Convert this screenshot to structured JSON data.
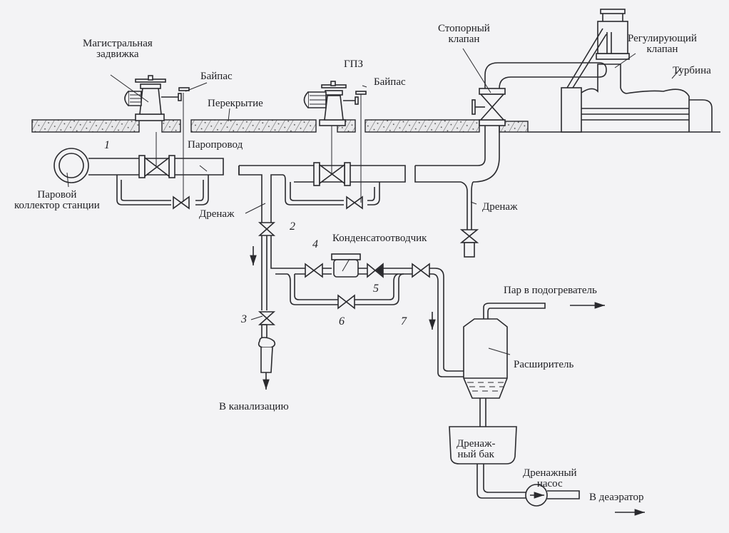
{
  "diagram": {
    "title": "Схема дренажа паропровода турбины",
    "labels": {
      "main_valve_1": "Магистральная",
      "main_valve_2": "задвижка",
      "bypass_left": "Байпас",
      "floor": "Перекрытие",
      "steam_line": "Паропровод",
      "gpz": "ГПЗ",
      "bypass_right": "Байпас",
      "stop_valve_1": "Стопорный",
      "stop_valve_2": "клапан",
      "control_valve_1": "Регулирующий",
      "control_valve_2": "клапан",
      "turbine": "Турбина",
      "collector_1": "Паровой",
      "collector_2": "коллектор станции",
      "drain_left": "Дренаж",
      "drain_right": "Дренаж",
      "condensate_trap": "Конденсатоотводчик",
      "steam_to_heater": "Пар в подогреватель",
      "expander": "Расширитель",
      "to_sewer": "В канализацию",
      "drain_tank_1": "Дренаж-",
      "drain_tank_2": "ный бак",
      "drain_pump_1": "Дренажный",
      "drain_pump_2": "насос",
      "to_deaerator": "В деаэратор"
    },
    "numbers": [
      "1",
      "2",
      "3",
      "4",
      "5",
      "6",
      "7"
    ],
    "colors": {
      "line": "#2a2a2e",
      "paper": "#f3f3f5",
      "text": "#1e1e22"
    }
  }
}
